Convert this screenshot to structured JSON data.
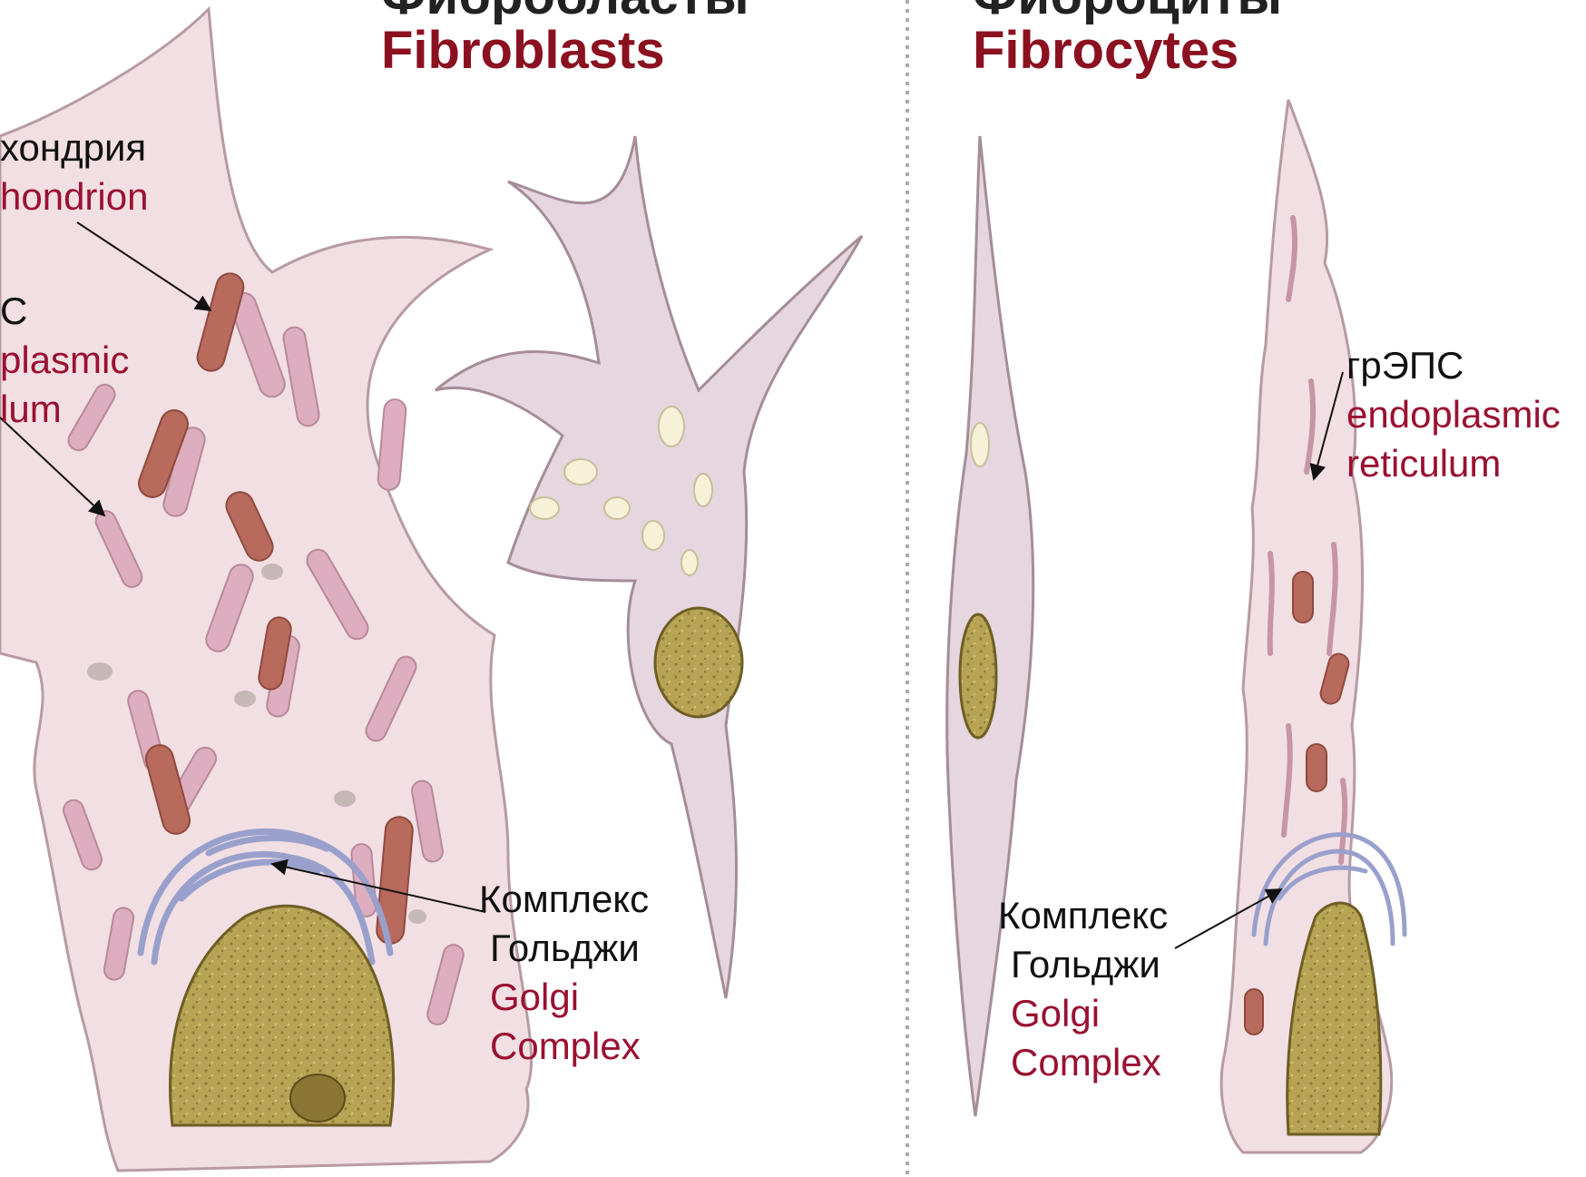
{
  "headings": {
    "fibroblasts": {
      "ru": "Фибробласты",
      "en": "Fibroblasts"
    },
    "fibrocytes": {
      "ru": "Фиброциты",
      "en": "Fibrocytes"
    }
  },
  "labels": {
    "mitochondrion": {
      "ru": "хондрия",
      "en": "hondrion"
    },
    "er_left": {
      "ru": "С",
      "en1": "plasmic",
      "en2": "lum"
    },
    "golgi_left": {
      "ru1": "Комплекс",
      "ru2": "Гольджи",
      "en1": "Golgi",
      "en2": "Complex"
    },
    "golgi_right": {
      "ru1": "Комплекс",
      "ru2": "Гольджи",
      "en1": "Golgi",
      "en2": "Complex"
    },
    "er_right": {
      "ru": "грЭПС",
      "en1": "endoplasmic",
      "en2": "reticulum"
    }
  },
  "colors": {
    "cytoplasm": "#f1dfe3",
    "cell_outline": "#b89aa4",
    "mitochondria": "#b86a5c",
    "er_cisternae": "#d8a9bb",
    "golgi": "#9aa0cc",
    "nucleus": "#b9a556",
    "title_red": "#8b1020",
    "label_red": "#9a1030"
  }
}
